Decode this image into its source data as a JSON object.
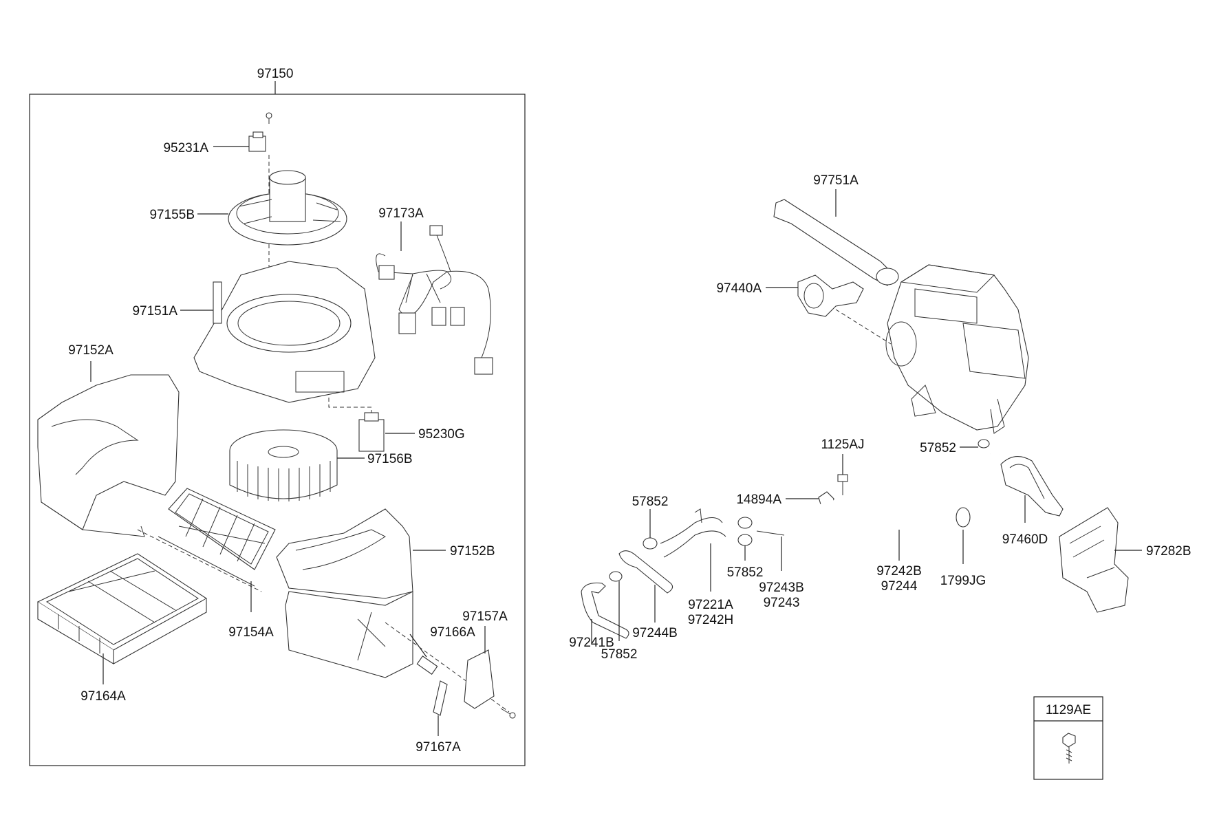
{
  "labels": {
    "l97150": "97150",
    "l95231A": "95231A",
    "l97155B": "97155B",
    "l97173A": "97173A",
    "l97151A": "97151A",
    "l97152A": "97152A",
    "l95230G": "95230G",
    "l97156B": "97156B",
    "l97152B": "97152B",
    "l97154A": "97154A",
    "l97166A": "97166A",
    "l97157A": "97157A",
    "l97164A": "97164A",
    "l97167A": "97167A",
    "l97751A": "97751A",
    "l97440A": "97440A",
    "l1125AJ": "1125AJ",
    "l57852_top": "57852",
    "l14894A": "14894A",
    "l57852_left": "57852",
    "l57852_mid": "57852",
    "l97243B": "97243B",
    "l97243": "97243",
    "l97242B": "97242B",
    "l97244": "97244",
    "l1799JG": "1799JG",
    "l97460D": "97460D",
    "l97282B": "97282B",
    "l97221A": "97221A",
    "l97242H": "97242H",
    "l97244B": "97244B",
    "l97241B": "97241B",
    "l57852_bot": "57852",
    "l1129AE": "1129AE"
  }
}
